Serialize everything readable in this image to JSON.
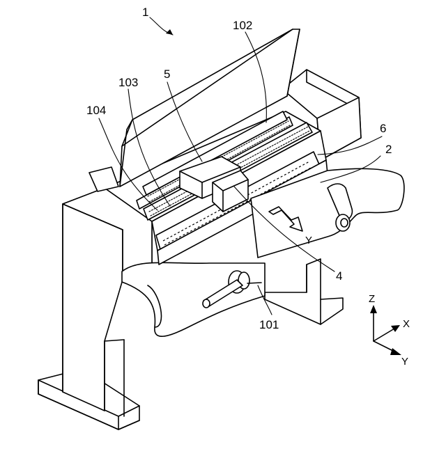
{
  "figure": {
    "labels": {
      "apparatus": "1",
      "carriage_rail": "102",
      "carriage": "5",
      "guide": "103",
      "belt": "104",
      "cover": "6",
      "medium": "2",
      "head": "4",
      "roll_shaft": "101",
      "feed_direction": "Y"
    },
    "axes": {
      "z": "Z",
      "x": "X",
      "y": "Y"
    }
  }
}
